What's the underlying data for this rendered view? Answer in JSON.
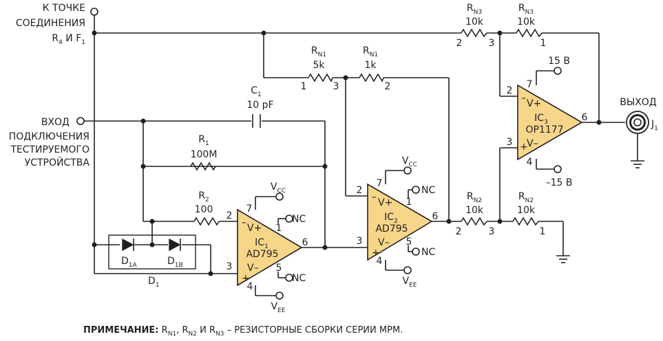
{
  "labels": {
    "top_input": [
      "К ТОЧКЕ",
      "СОЕДИНЕНИЯ"
    ],
    "top_input_r4": "R",
    "top_input_r4_sub": "4",
    "top_input_and": " И ",
    "top_input_f1": "F",
    "top_input_f1_sub": "1",
    "dut_input": [
      "ВХОД",
      "ПОДКЛЮЧЕНИЯ",
      "ТЕСТИРУЕМОГО",
      "УСТРОЙСТВА"
    ],
    "output": "ВЫХОД",
    "j1": "J",
    "j1_sub": "1"
  },
  "components": {
    "c1": {
      "name": "C",
      "sub": "1",
      "value": "10 pF"
    },
    "r1": {
      "name": "R",
      "sub": "1",
      "value": "100M"
    },
    "r2": {
      "name": "R",
      "sub": "2",
      "value": "100"
    },
    "rn1_a": {
      "name": "R",
      "sub": "N1",
      "value": "5k",
      "pin_left": "1",
      "pin_right": "3"
    },
    "rn1_b": {
      "name": "R",
      "sub": "N1",
      "value": "1k",
      "pin_right": "2"
    },
    "rn3_a": {
      "name": "R",
      "sub": "N3",
      "value": "10k",
      "pin_left": "2",
      "pin_right": "3"
    },
    "rn3_b": {
      "name": "R",
      "sub": "N3",
      "value": "10k",
      "pin_right": "1"
    },
    "rn2_a": {
      "name": "R",
      "sub": "N2",
      "value": "10k",
      "pin_left": "2",
      "pin_right": "3"
    },
    "rn2_b": {
      "name": "R",
      "sub": "N2",
      "value": "10k",
      "pin_right": "1"
    },
    "d1": {
      "name": "D",
      "sub": "1",
      "a": "D",
      "a_sub": "1A",
      "b": "D",
      "b_sub": "1B"
    }
  },
  "ics": {
    "ic1": {
      "name": "IC",
      "sub": "1",
      "part": "AD795",
      "pins": {
        "inv": "2",
        "noninv": "3",
        "out": "6",
        "vp": "7",
        "vm": "4",
        "nc1": "1",
        "nc5": "5"
      },
      "vcc": "V",
      "vcc_sub": "CC",
      "vee": "V",
      "vee_sub": "EE",
      "nc": "NC"
    },
    "ic2": {
      "name": "IC",
      "sub": "2",
      "part": "AD795",
      "pins": {
        "inv": "2",
        "noninv": "3",
        "out": "6",
        "vp": "7",
        "vm": "4",
        "nc1": "1",
        "nc5": "5"
      },
      "vcc": "V",
      "vcc_sub": "CC",
      "vee": "V",
      "vee_sub": "EE",
      "nc": "NC"
    },
    "ic3": {
      "name": "IC",
      "sub": "3",
      "part": "OP1177",
      "pins": {
        "inv": "2",
        "noninv": "3",
        "out": "6",
        "vp": "7",
        "vm": "4"
      },
      "vp_supply": "15 В",
      "vm_supply": "–15 В"
    }
  },
  "pin_marks": {
    "minus": "–",
    "plus": "+",
    "vplus": "V+",
    "vminus": "V–"
  },
  "note": {
    "bold": "ПРИМЕЧАНИЕ:",
    "r": "R",
    "n1": "N1",
    "n2": "N2",
    "n3": "N3",
    "sep1": ", ",
    "sep2": " И ",
    "rest": " – РЕЗИСТОРНЫЕ СБОРКИ СЕРИИ МРМ."
  }
}
